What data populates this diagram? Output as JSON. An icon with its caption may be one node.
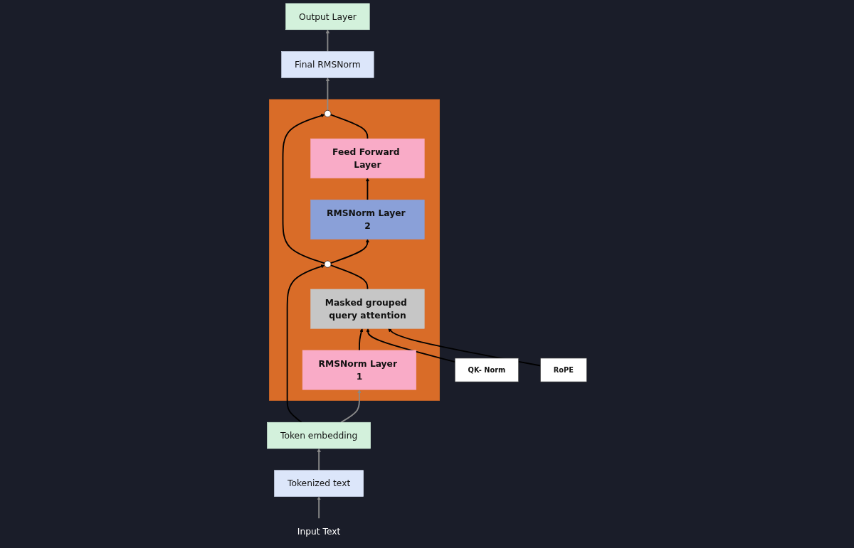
{
  "diagram": {
    "nodes": [
      {
        "text": [
          "Input Text"
        ]
      },
      {
        "text": [
          "Tokenized text"
        ]
      },
      {
        "text": [
          "Token embedding"
        ]
      },
      {
        "text": [],
        "shape": "box"
      },
      {
        "text": [
          "RMSNorm Layer 1"
        ],
        "in": 3
      },
      {
        "text": [
          "Masked grouped query attention"
        ],
        "in": 3
      },
      {
        "text": [
          "RMSNorm Layer 2"
        ],
        "in": 3
      },
      {
        "text": [
          "Feed Forward Layer"
        ],
        "in": 3
      },
      {
        "text": [
          "QK- Norm"
        ]
      },
      {
        "text": [
          "RoPE"
        ]
      },
      {
        "text": [],
        "shape": "circle",
        "in": 3
      },
      {
        "text": [],
        "shape": "circle",
        "in": 3
      },
      {
        "text": [
          "Final RMSNorm"
        ]
      },
      {
        "text": [
          "Output Layer"
        ]
      }
    ],
    "edges": [
      {
        "from": 0,
        "to": 1,
        "arrow": "to",
        "color": "#8a8a8a"
      },
      {
        "from": 1,
        "to": 2,
        "arrow": "to",
        "color": "#8a8a8a"
      },
      {
        "from": 2,
        "to": 4,
        "arrow": "to",
        "color": "#8a8a8a"
      },
      {
        "from": 4,
        "to": 5,
        "arrow": "to"
      },
      {
        "from": 5,
        "to": 11,
        "arrow": "none"
      },
      {
        "from": 2,
        "to": 11,
        "arrow": "to"
      },
      {
        "from": 11,
        "to": 6,
        "arrow": "to"
      },
      {
        "from": 6,
        "to": 7,
        "arrow": "to"
      },
      {
        "from": 7,
        "to": 10,
        "arrow": "none"
      },
      {
        "from": 11,
        "to": 10,
        "arrow": "to"
      },
      {
        "from": 8,
        "to": 5,
        "arrow": "to"
      },
      {
        "from": 9,
        "to": 5,
        "arrow": "to"
      },
      {
        "from": 10,
        "to": 12,
        "arrow": "to",
        "color": "#8a8a8a"
      },
      {
        "from": 12,
        "to": 13,
        "arrow": "to",
        "color": "#8a8a8a"
      }
    ]
  }
}
